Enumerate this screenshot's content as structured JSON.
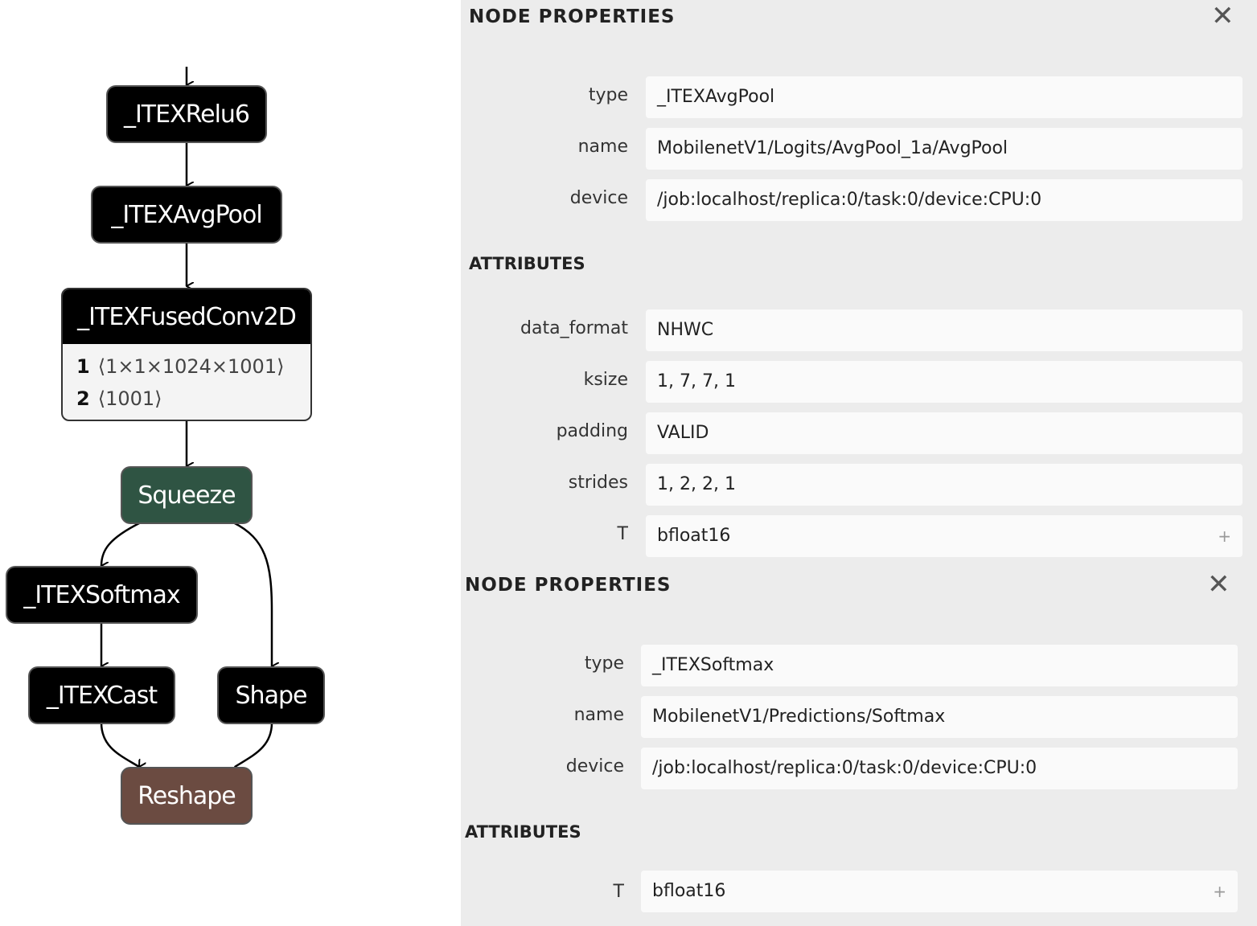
{
  "graph": {
    "nodes": {
      "relu6": "_ITEXRelu6",
      "avgpool": "_ITEXAvgPool",
      "fused": "_ITEXFusedConv2D",
      "squeeze": "Squeeze",
      "softmax": "_ITEXSoftmax",
      "cast": "_ITEXCast",
      "shape": "Shape",
      "reshape": "Reshape"
    },
    "fused_inputs": [
      {
        "idx": "1",
        "shape": "⟨1×1×1024×1001⟩"
      },
      {
        "idx": "2",
        "shape": "⟨1001⟩"
      }
    ],
    "colors": {
      "default": "#000000",
      "squeeze": "#2f5443",
      "reshape": "#6b4b41"
    }
  },
  "panel1": {
    "title": "NODE PROPERTIES",
    "close": "✕",
    "props": [
      {
        "label": "type",
        "value": "_ITEXAvgPool"
      },
      {
        "label": "name",
        "value": "MobilenetV1/Logits/AvgPool_1a/AvgPool"
      },
      {
        "label": "device",
        "value": "/job:localhost/replica:0/task:0/device:CPU:0"
      }
    ],
    "attributes_title": "ATTRIBUTES",
    "attrs": [
      {
        "label": "data_format",
        "value": "NHWC"
      },
      {
        "label": "ksize",
        "value": "1, 7, 7, 1"
      },
      {
        "label": "padding",
        "value": "VALID"
      },
      {
        "label": "strides",
        "value": "1, 2, 2, 1"
      },
      {
        "label": "T",
        "value": "bfloat16",
        "plus": "+"
      }
    ]
  },
  "panel2": {
    "title": "NODE PROPERTIES",
    "close": "✕",
    "props": [
      {
        "label": "type",
        "value": "_ITEXSoftmax"
      },
      {
        "label": "name",
        "value": "MobilenetV1/Predictions/Softmax"
      },
      {
        "label": "device",
        "value": "/job:localhost/replica:0/task:0/device:CPU:0"
      }
    ],
    "attributes_title": "ATTRIBUTES",
    "attrs": [
      {
        "label": "T",
        "value": "bfloat16",
        "plus": "+"
      }
    ]
  }
}
